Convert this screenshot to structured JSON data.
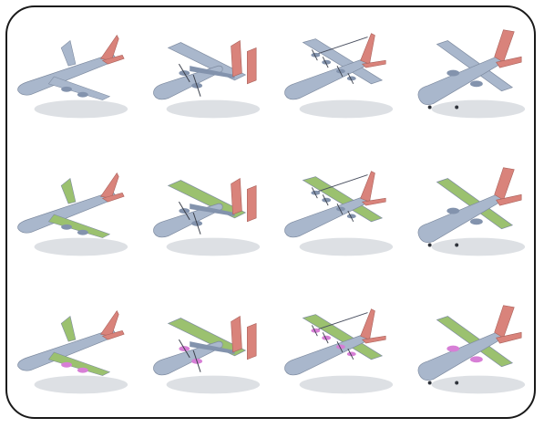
{
  "figure": {
    "legend_colors": {
      "body": "#a9b7cc",
      "body_dark": "#8393ad",
      "tail": "#d9837b",
      "wing": "#9bc16f",
      "engine": "#d77fd6",
      "shadow": "#cfd3d8",
      "frame_border": "#1a1a1a"
    },
    "rows": [
      {
        "stage": "base",
        "items": [
          {
            "aircraft": "airliner"
          },
          {
            "aircraft": "twin-boom-cargo"
          },
          {
            "aircraft": "four-engine-turboprop"
          },
          {
            "aircraft": "high-wing-transport"
          }
        ]
      },
      {
        "stage": "wings-segmented",
        "items": [
          {
            "aircraft": "airliner"
          },
          {
            "aircraft": "twin-boom-cargo"
          },
          {
            "aircraft": "four-engine-turboprop"
          },
          {
            "aircraft": "high-wing-transport"
          }
        ]
      },
      {
        "stage": "wings-and-engines-segmented",
        "items": [
          {
            "aircraft": "airliner"
          },
          {
            "aircraft": "twin-boom-cargo"
          },
          {
            "aircraft": "four-engine-turboprop"
          },
          {
            "aircraft": "high-wing-transport"
          }
        ]
      }
    ]
  }
}
